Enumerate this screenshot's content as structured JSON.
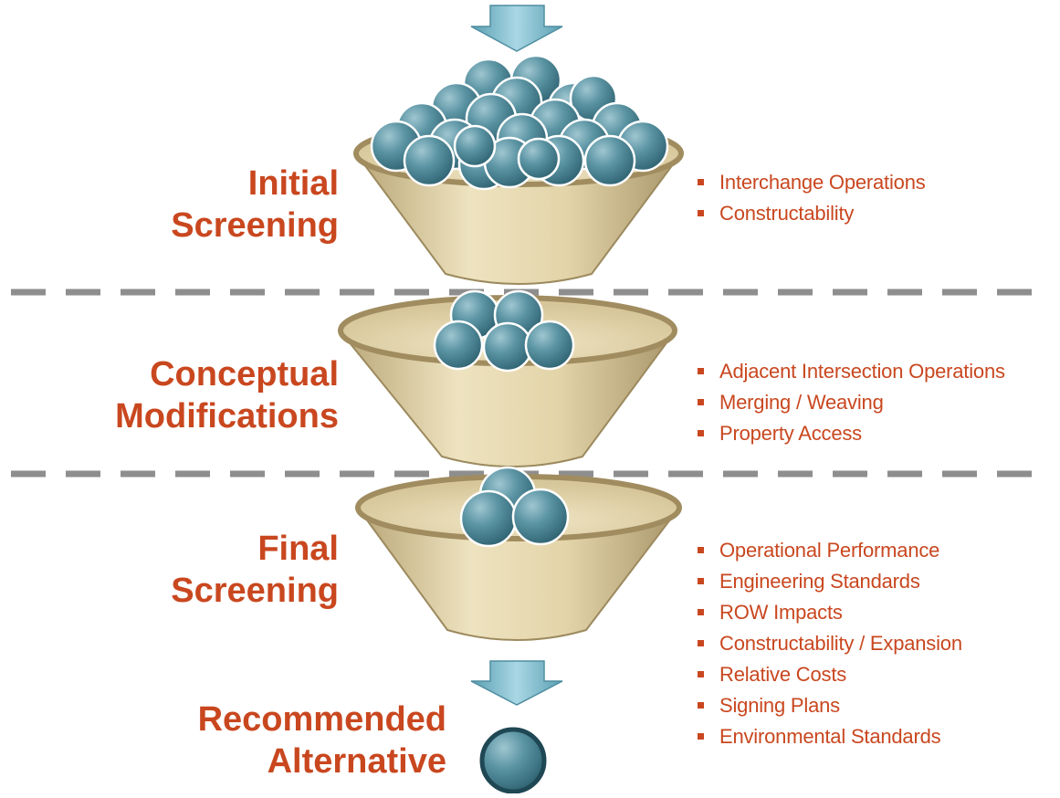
{
  "stages": [
    {
      "label_lines": [
        "Initial",
        "Screening"
      ],
      "alternatives_in_funnel": 22,
      "criteria": [
        "Interchange Operations",
        "Constructability"
      ]
    },
    {
      "label_lines": [
        "Conceptual",
        "Modifications"
      ],
      "alternatives_in_funnel": 5,
      "criteria": [
        "Adjacent Intersection Operations",
        "Merging / Weaving",
        "Property Access"
      ]
    },
    {
      "label_lines": [
        "Final",
        "Screening"
      ],
      "alternatives_in_funnel": 3,
      "criteria": [
        "Operational Performance",
        "Engineering Standards",
        "ROW Impacts",
        "Constructability / Expansion",
        "Relative Costs",
        "Signing Plans",
        "Environmental Standards"
      ]
    }
  ],
  "result": {
    "label_lines": [
      "Recommended",
      "Alternative"
    ],
    "alternatives": 1
  },
  "colors": {
    "label_text": "#c9471f",
    "funnel_body": "#e2d3a9",
    "funnel_rim": "#a08c5f",
    "ball": "#4a8391",
    "arrow": "#74b4c6",
    "divider": "#8e8e8e"
  },
  "icons": {
    "arrow": "down-arrow-icon",
    "ball": "alternative-ball-icon",
    "funnel": "funnel-icon"
  }
}
